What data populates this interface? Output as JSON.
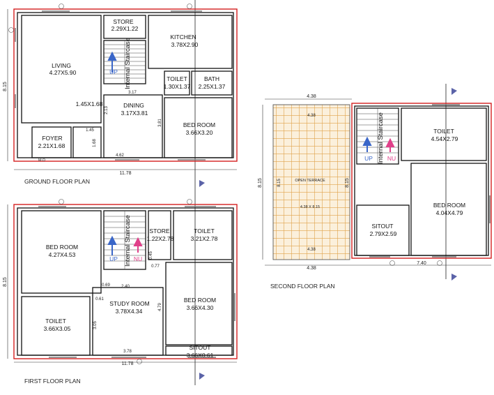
{
  "ground": {
    "title": "GROUND FLOOR PLAN",
    "store": {
      "name": "STORE",
      "size": "2.29X1.22"
    },
    "kitchen": {
      "name": "KITCHEN",
      "size": "3.78X2.90"
    },
    "living": {
      "name": "LIVING",
      "size": "4.27X5.90"
    },
    "toilet": {
      "name": "TOILET",
      "size": "1.30X1.37"
    },
    "bath": {
      "name": "BATH",
      "size": "2.25X1.37"
    },
    "dining": {
      "name": "DINING",
      "size": "3.17X3.81"
    },
    "bedroom": {
      "name": "BED ROOM",
      "size": "3.66X3.20"
    },
    "foyer": {
      "name": "FOYER",
      "size": "2.21X1.68"
    },
    "passage": "1.45X1.68",
    "dims": {
      "d317": "3.17",
      "d213": "2.13",
      "d381": "3.81",
      "d145": "1.45",
      "d168": "1.68",
      "d462": "4.62",
      "width": "11.78",
      "height": "8.15",
      "md": "M.D"
    },
    "stair": {
      "label": "Internal Staircase",
      "up": "UP"
    }
  },
  "first": {
    "title": "FIRST FLOOR PLAN",
    "bedroom1": {
      "name": "BED ROOM",
      "size": "4.27X4.53"
    },
    "store": {
      "name": "STORE",
      "size": "1.22X2.78"
    },
    "toilet1": {
      "name": "TOILET",
      "size": "3.21X2.78"
    },
    "toilet2": {
      "name": "TOILET",
      "size": "3.66X3.05"
    },
    "study": {
      "name": "STUDY ROOM",
      "size": "3.78X4.34"
    },
    "bedroom2": {
      "name": "BED ROOM",
      "size": "3.66X4.30"
    },
    "sitout": {
      "name": "SITOUT",
      "size": "3.66X0.61"
    },
    "dims": {
      "d240": "2.40",
      "d061": "0.61",
      "d305": "3.05",
      "d378": "3.78",
      "d479": "4.79",
      "d045": "0.45",
      "d077": "0.77",
      "d069": "0.69",
      "width": "11.78",
      "height": "8.15"
    },
    "stair": {
      "label": "Internal Staircase",
      "up": "UP",
      "nu": "NU"
    }
  },
  "second": {
    "title": "SECOND FLOOR PLAN",
    "terrace": {
      "name": "OPEN TERRACE",
      "size": "4.38 X 8.15"
    },
    "toilet": {
      "name": "TOILET",
      "size": "4.54X2.79"
    },
    "bedroom": {
      "name": "BED ROOM",
      "size": "4.04X4.79"
    },
    "sitout": {
      "name": "SITOUT",
      "size": "2.79X2.59"
    },
    "dims": {
      "top": "4.38",
      "inner_top": "4.38",
      "inner_bottom": "4.38",
      "bottom": "4.38",
      "width": "7.40",
      "height": "8.15",
      "inner_h": "8.15",
      "right_h": "8.15"
    },
    "stair": {
      "label": "Internal Staircase",
      "up": "UP",
      "nu": "NU"
    }
  },
  "colors": {
    "outer_wall": "#d42020",
    "terrace_grid": "#e0a24a",
    "terrace_fill": "#fbf0dc",
    "up_arrow": "#3a66c8",
    "nu_arrow": "#e0408a"
  }
}
